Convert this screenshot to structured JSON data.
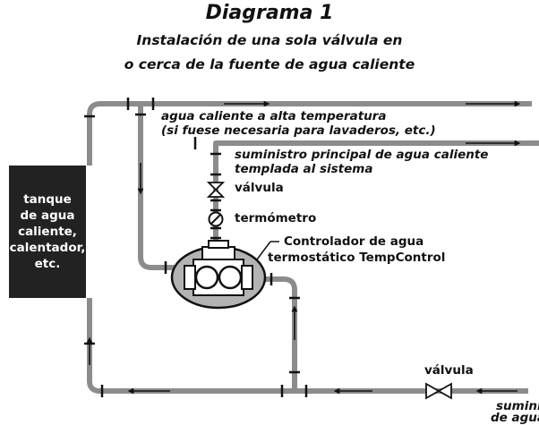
{
  "title": "Diagrama 1",
  "subtitle_line1": "Instalación de una sola válvula en",
  "subtitle_line2": "o cerca de la fuente de agua caliente",
  "tank": "tanque\nde agua\ncaliente,\ncalentador,\netc.",
  "labels": {
    "high_temp_line1": "agua caliente a alta temperatura",
    "high_temp_line2": "(si fuese necesaria para lavaderos, etc.)",
    "supply_line1": "suministro principal de agua caliente",
    "supply_line2": "templada al sistema",
    "valve_top": "válvula",
    "thermometer": "termómetro",
    "controller_line1": "Controlador de agua",
    "controller_line2": "termostático TempControl",
    "valve_bottom": "válvula",
    "cold_line1": "suminis",
    "cold_line2": "de agua"
  },
  "colors": {
    "pipe": "#8c8c8c",
    "tank": "#222222",
    "controller": "#b3b3b3"
  }
}
